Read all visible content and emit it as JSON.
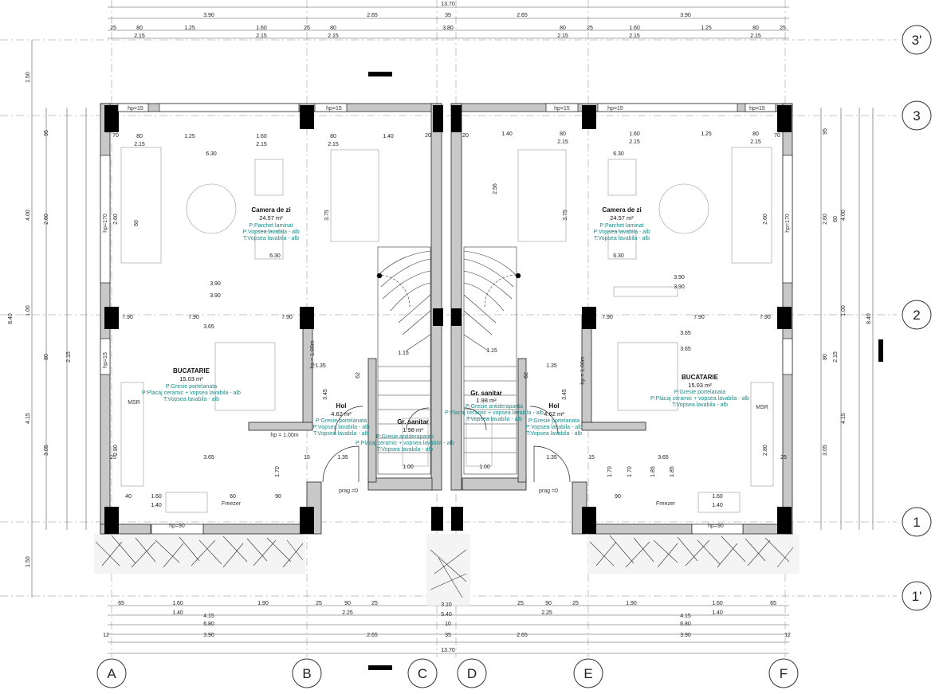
{
  "grid": {
    "rows": [
      "3'",
      "3",
      "2",
      "1",
      "1'"
    ],
    "cols": [
      "A",
      "B",
      "C",
      "D",
      "E",
      "F"
    ]
  },
  "dims_top": {
    "total": "13.70",
    "row1": [
      "3.90",
      "2.65",
      "35",
      "2.65",
      "3.90"
    ],
    "row2_left": [
      "25",
      "80",
      "1.25",
      "1.60",
      "25",
      "80"
    ],
    "row2_right": [
      "80",
      "25",
      "1.60",
      "1.25",
      "80",
      "25"
    ],
    "row3_left": [
      "2.15",
      "2.15"
    ],
    "row3_right": [
      "2.15",
      "2.15"
    ],
    "center": "3.80"
  },
  "dims_bottom": {
    "row1_left": [
      "65",
      "1.60",
      "1.90",
      "25",
      "90",
      "25"
    ],
    "row1_right": [
      "25",
      "90",
      "25",
      "1.90",
      "1.60",
      "65"
    ],
    "row2_left": [
      "1.40",
      "4.15",
      "2.25"
    ],
    "row2_right": [
      "2.25",
      "4.15",
      "1.40"
    ],
    "center1": "3.10",
    "center2": "5.40",
    "center3": "10",
    "row3": [
      "6.80",
      "6.80"
    ],
    "row4": [
      "12",
      "3.90",
      "2.65",
      "35",
      "2.65",
      "3.90",
      "12"
    ],
    "total": "13.70"
  },
  "dims_left": {
    "outer": [
      "1.50",
      "8.40",
      "1.50"
    ],
    "middle": [
      "4.00",
      "1.00",
      "4.15"
    ],
    "inner": [
      "95",
      "2.60",
      "80",
      "2.15",
      "3.05"
    ]
  },
  "dims_right": {
    "outer": [
      "8.40"
    ],
    "middle": [
      "4.00",
      "1.00",
      "4.15"
    ],
    "inner": [
      "95",
      "2.60",
      "60",
      "80",
      "2.15",
      "3.05"
    ]
  },
  "windows": {
    "hp15": "hp=15",
    "hp170": "hp=170",
    "hp90": "hp=90",
    "hp100": "hp = 1.00m",
    "threshold": "prag =0",
    "freezer": "Freezer",
    "msr": "MSR"
  },
  "rooms_left": {
    "living": {
      "name": "Camera de zi",
      "area": "24.57 m²",
      "floor": "P:Parchet laminat",
      "walls": "P:Vopsea lavabila - alb",
      "ceiling": "T:Vopsea lavabila - alb"
    },
    "kitchen": {
      "name": "BUCATARIE",
      "area": "15.03 m²",
      "floor": "P:Gresie portelanata",
      "walls": "P:Placaj ceramic + vopsea lavabila - alb",
      "ceiling": "T:Vopsea lavabila - alb"
    },
    "hall": {
      "name": "Hol",
      "area": "4.62 m²",
      "floor": "P:Gresie portelanata",
      "walls": "P:Vopsea lavabila - alb",
      "ceiling": "T:Vopsea lavabila - alb"
    },
    "bath": {
      "name": "Gr. sanitar",
      "area": "1.98 m²",
      "floor": "P:Gresie antiderapanta",
      "walls": "P:Placaj ceramic + vopsea lavabila - alb",
      "ceiling": "T:Vopsea lavabila - alb"
    }
  },
  "rooms_right": {
    "living": {
      "name": "Camera de zi",
      "area": "24.57 m²",
      "floor": "P:Parchet laminat",
      "walls": "P:Vopsea lavabila - alb",
      "ceiling": "T:Vopsea lavabila - alb"
    },
    "kitchen": {
      "name": "BUCATARIE",
      "area": "15.03 m²",
      "floor": "P:Gresie portelanata",
      "walls": "P:Placaj ceramic + vopsea lavabila - alb",
      "ceiling": "T:Vopsea lavabila - alb"
    },
    "hall": {
      "name": "Hol",
      "area": "4.62 m²",
      "floor": "P:Gresie portelanata",
      "walls": "P:Vopsea lavabila - alb",
      "ceiling": "T:Vopsea lavabila - alb"
    },
    "bath": {
      "name": "Gr. sanitar",
      "area": "1.98 m²",
      "floor": "P:Gresie antiderapanta",
      "walls": "P:Placaj ceramic + vopsea lavabila - alb",
      "ceiling": "T:Vopsea lavabila - alb"
    }
  },
  "interior_dims": {
    "d630": "6.30",
    "d390": "3.90",
    "d365": "3.65",
    "d790": "7.90",
    "d135": "1.35",
    "d100": "1.00",
    "d115": "1.15",
    "d140": "1.40",
    "d160": "1.60",
    "d125": "1.25",
    "d215": "2.15",
    "d80": "80",
    "d70": "70",
    "d20": "20",
    "d375": "3.75",
    "d256": "2.56",
    "d260": "2.60",
    "d60": "60",
    "d345": "3.45",
    "d305": "3.05",
    "d280": "2.80",
    "d170": "1.70",
    "d185": "1.85",
    "d90": "90",
    "d40": "40",
    "d25": "25",
    "d15": "15",
    "d62": "62"
  },
  "colors": {
    "finish": "#1a8c8c",
    "wall": "#c8c8c8",
    "column": "#000000"
  }
}
